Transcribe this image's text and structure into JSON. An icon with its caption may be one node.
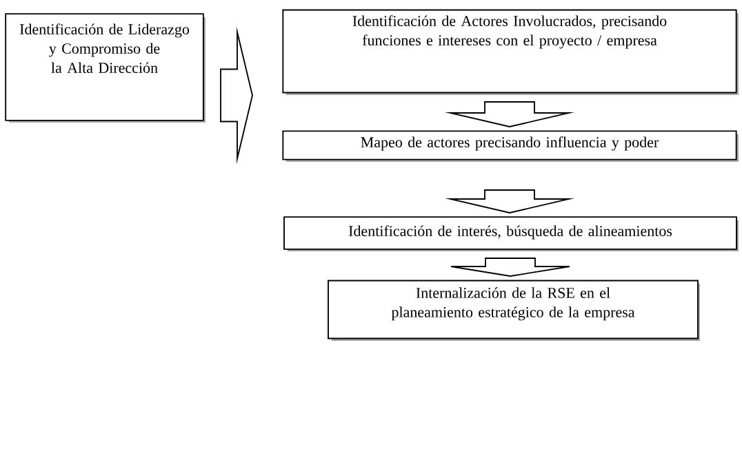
{
  "diagram": {
    "nodes": [
      {
        "text": [
          "Identificación de Liderazgo y Compromiso de la Alta Dirección"
        ]
      },
      {
        "text": [
          "Identificación de Actores Involucrados, precisando funciones e intereses con el proyecto / empresa"
        ]
      },
      {
        "text": [
          "Mapeo de actores precisando influencia y poder"
        ]
      },
      {
        "text": [
          "Identificación de interés, búsqueda de alineamientos"
        ]
      },
      {
        "text": [
          "Internalización de la RSE en el planeamiento estratégico de la empresa"
        ]
      }
    ],
    "edges": [
      {
        "from": 0,
        "to": 1,
        "arrow": "to"
      },
      {
        "from": 1,
        "to": 2,
        "arrow": "to"
      },
      {
        "from": 2,
        "to": 3,
        "arrow": "to"
      },
      {
        "from": 3,
        "to": 4,
        "arrow": "to"
      }
    ]
  }
}
